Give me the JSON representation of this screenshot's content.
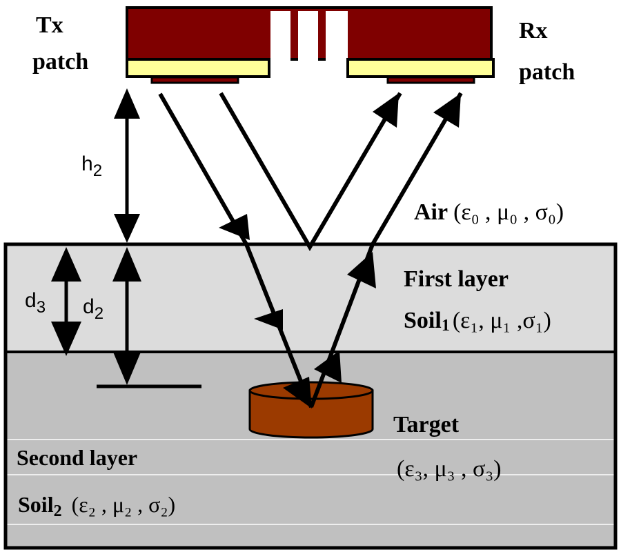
{
  "diagram": {
    "title": "Ground penetrating radar two-layer soil model",
    "colors": {
      "antenna_body": "#7f0000",
      "substrate": "#ffff99",
      "first_layer": "#dcdcdc",
      "second_layer": "#c0c0c0",
      "target": "#9b3a00",
      "outline": "#000000"
    },
    "labels": {
      "tx_line1": "Tx",
      "tx_line2": "patch",
      "rx_line1": "Rx",
      "rx_line2": "patch",
      "h2_base": "h",
      "h2_sub": "2",
      "d3_base": "d",
      "d3_sub": "3",
      "d2_base": "d",
      "d2_sub": "2",
      "air": "Air",
      "air_params": "(ε₀ , μ₀ , σ₀)",
      "first_layer": "First layer",
      "soil1_base": "Soil",
      "soil1_sub": "1",
      "soil1_params": "(ε₁,  μ₁ ,σ₁)",
      "target": "Target",
      "target_params": "(ε₃, μ₃ , σ₃)",
      "second_layer": "Second layer",
      "soil2_base": "Soil",
      "soil2_sub": "2",
      "soil2_params": "(ε₂ , μ₂ , σ₂)"
    }
  }
}
